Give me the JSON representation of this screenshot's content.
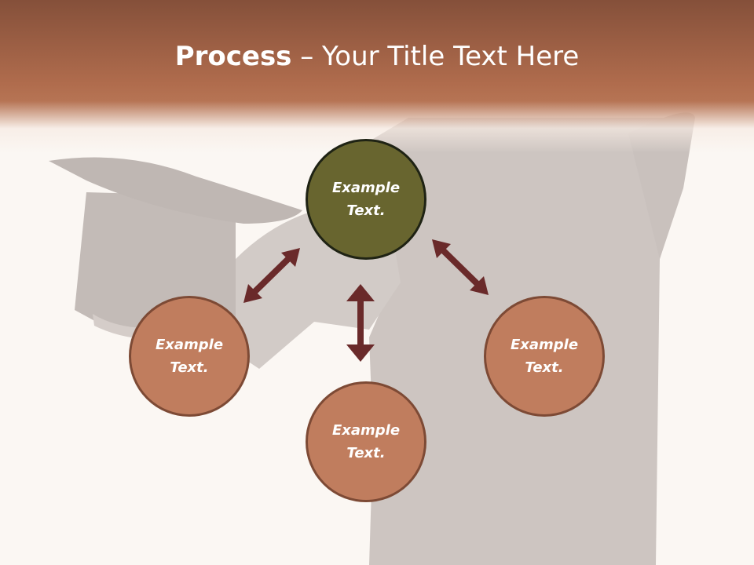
{
  "title": {
    "bold": "Process",
    "rest": " – Your Title Text Here"
  },
  "colors": {
    "header": "#b06c4d",
    "center_node": "#68652f",
    "outer_node": "#c07d5e",
    "arrow": "#6a2a2a",
    "background": "#fbf7f3"
  },
  "nodes": {
    "center": {
      "line1": "Example",
      "line2": "Text."
    },
    "left": {
      "line1": "Example",
      "line2": "Text."
    },
    "right": {
      "line1": "Example",
      "line2": "Text."
    },
    "bottom": {
      "line1": "Example",
      "line2": "Text."
    }
  }
}
